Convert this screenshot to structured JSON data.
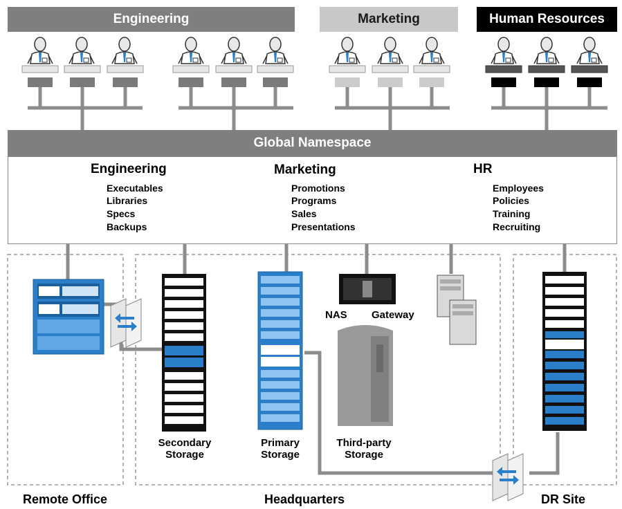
{
  "departments": [
    {
      "label": "Engineering",
      "color": "#7f7f7f"
    },
    {
      "label": "Marketing",
      "color": "#c8c8c8"
    },
    {
      "label": "Human Resources",
      "color": "#000000"
    }
  ],
  "namespace": {
    "title": "Global Namespace",
    "folders": [
      {
        "root": "Engineering",
        "children": [
          "Executables",
          "Libraries",
          "Specs",
          "Backups"
        ]
      },
      {
        "root": "Marketing",
        "children": [
          "Promotions",
          "Programs",
          "Sales",
          "Presentations"
        ]
      },
      {
        "root": "HR",
        "children": [
          "Employees",
          "Policies",
          "Training",
          "Recruiting"
        ]
      }
    ]
  },
  "devices": {
    "secondary": "Secondary\nStorage",
    "primary": "Primary\nStorage",
    "thirdparty": "Third-party\nStorage",
    "nas": "NAS",
    "gateway": "Gateway"
  },
  "sites": {
    "remote": "Remote Office",
    "hq": "Headquarters",
    "dr": "DR Site"
  },
  "colors": {
    "folder_fill": "#ffef7a",
    "tree_line": "#1aa3d9",
    "connector": "#8c8c8c",
    "storage_blue": "#2b7fc8"
  }
}
